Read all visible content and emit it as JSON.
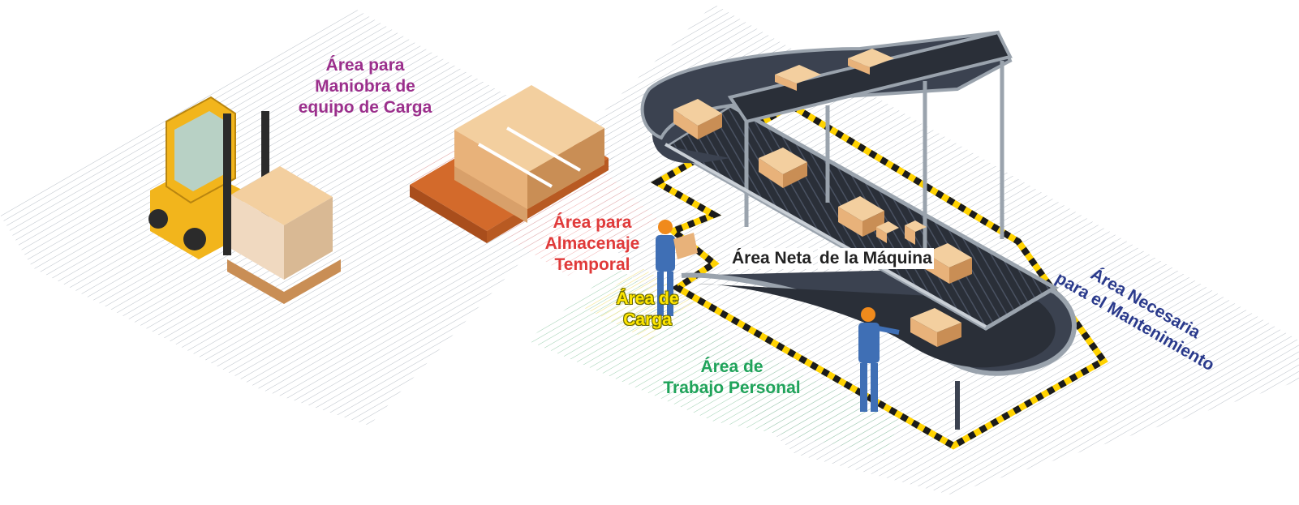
{
  "labels": {
    "maniobra": {
      "lines": [
        "Área para",
        "Maniobra de",
        "equipo de Carga"
      ],
      "color": "#9b2f8c"
    },
    "almacenaje": {
      "lines": [
        "Área para",
        "Almacenaje",
        "Temporal"
      ],
      "color": "#e03a3a"
    },
    "carga": {
      "lines": [
        "Área de",
        "Carga"
      ],
      "color": "#ffe600"
    },
    "neta": {
      "lines": [
        "Área Neta",
        "de la Máquina"
      ],
      "color": "#222222"
    },
    "trabajo": {
      "lines": [
        "Área de",
        "Trabajo Personal"
      ],
      "color": "#1fa35a"
    },
    "mantenimiento": {
      "lines": [
        "Área Necesaria",
        "para el Mantenimiento"
      ],
      "color": "#2a3a8c"
    }
  },
  "colors": {
    "hatch": "#b9c0c8",
    "hatch_green": "#9ccfb0",
    "hatch_red": "#f2b0b0",
    "hatch_yellow": "#f4e58a",
    "conveyor_dark": "#3b4250",
    "conveyor_belt": "#2a2f38",
    "rail": "#9aa3ad",
    "box": "#e8b27a",
    "box_top": "#f3cf9f",
    "box_side": "#c98e55",
    "pallet": "#d36a2b",
    "forklift": "#f2b51c",
    "hazard_yellow": "#ffd200",
    "worker_blue": "#3f6fb5",
    "worker_orange": "#f08a1c"
  }
}
